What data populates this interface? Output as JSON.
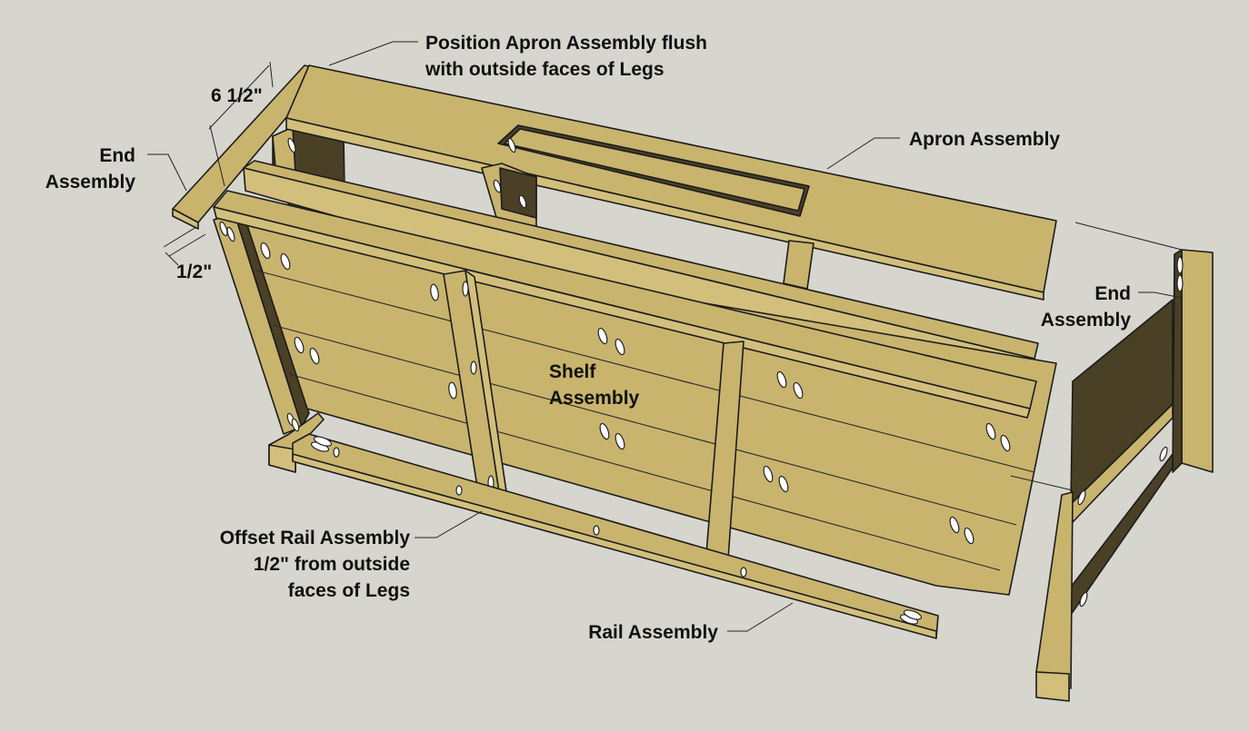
{
  "labels": {
    "position_apron_line1": "Position Apron Assembly flush",
    "position_apron_line2": "with outside faces of Legs",
    "apron_assembly": "Apron Assembly",
    "end_assembly_left_line1": "End",
    "end_assembly_left_line2": "Assembly",
    "end_assembly_right_line1": "End",
    "end_assembly_right_line2": "Assembly",
    "shelf_assembly_line1": "Shelf",
    "shelf_assembly_line2": "Assembly",
    "offset_rail_line1": "Offset Rail Assembly",
    "offset_rail_line2": "1/2\" from outside",
    "offset_rail_line3": "faces of Legs",
    "rail_assembly": "Rail Assembly"
  },
  "dimensions": {
    "apron_height": "6 1/2\"",
    "rail_offset": "1/2\""
  },
  "colors": {
    "background": "#d6d6ce",
    "wood": "#c9b46e",
    "wood_shadow": "#4a4026",
    "outline": "#1c1c1c"
  }
}
